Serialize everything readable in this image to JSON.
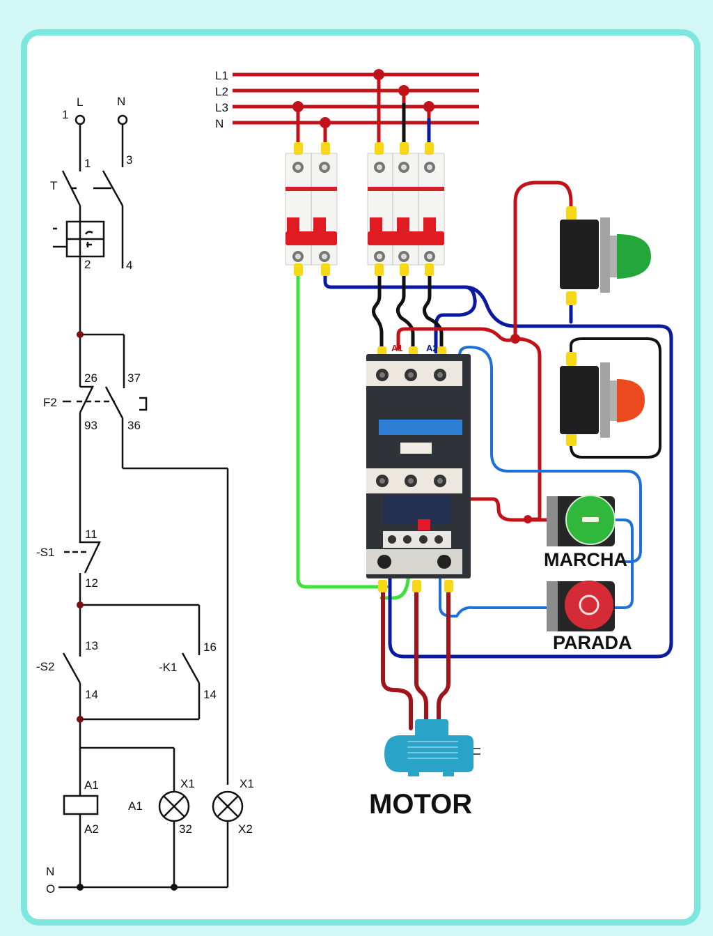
{
  "colors": {
    "background": "#d2f7f4",
    "frame": "#7de6df",
    "phase_wire": "#c1121a",
    "neutral_wire": "#0a1aa0",
    "control_wire_blue": "#1e6fd8",
    "earth_wire": "#3ee03a",
    "black_wire": "#111111",
    "terminal_ferrule": "#f7d816",
    "motor": "#2aa3c9",
    "start_button": "#2fb83c",
    "stop_button": "#d42b36"
  },
  "schematic": {
    "supply": {
      "terminal_number": "1",
      "line_label": "L",
      "neutral_label": "N"
    },
    "breaker_q": {
      "label": "T",
      "contact_labels": [
        "1",
        "3",
        "2",
        "4"
      ]
    },
    "overload_f2": {
      "label": "F2",
      "contact_labels": [
        "26",
        "37",
        "93",
        "36"
      ]
    },
    "stop_s1": {
      "label": "-S1",
      "contact_labels": [
        "11",
        "12"
      ]
    },
    "start_s2": {
      "label": "-S2",
      "contact_labels": [
        "13",
        "14"
      ]
    },
    "holding_k1": {
      "label": "-K1",
      "contact_labels": [
        "16",
        "14"
      ]
    },
    "coil": {
      "top_label": "A1",
      "bottom_label": "A2"
    },
    "lamp_run": {
      "side_label": "A1",
      "top_label": "X1",
      "bottom_label": "32"
    },
    "lamp_trip": {
      "top_label": "X1",
      "bottom_label": "X2"
    },
    "neutral_return": {
      "label": "N",
      "terminal": "O"
    }
  },
  "wiring": {
    "bus_labels": [
      "L1",
      "L2",
      "L3",
      "N"
    ],
    "contactor_coil_labels": [
      "A1",
      "A2"
    ],
    "start_button_label": "MARCHA",
    "stop_button_label": "PARADA",
    "motor_label": "MOTOR"
  }
}
